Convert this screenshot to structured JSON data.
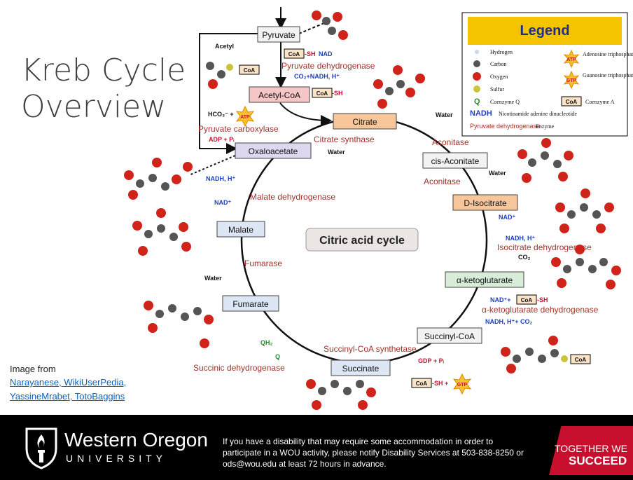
{
  "slide": {
    "title_line1": "Kreb Cycle",
    "title_line2": "Overview",
    "credit_prefix": "Image from",
    "credit_line1": "Narayanese, WikiUserPedia,",
    "credit_line2": "YassineMrabet, TotoBaggins"
  },
  "diagram": {
    "center_label": "Citric acid cycle",
    "nodes": {
      "pyruvate": "Pyruvate",
      "acetyl_coa": "Acetyl-CoA",
      "citrate": "Citrate",
      "cis_aconitate": "cis-Aconitate",
      "d_isocitrate": "D-Isocitrate",
      "ketoglutarate": "α-ketoglutarate",
      "succinyl_coa": "Succinyl-CoA",
      "succinate": "Succinate",
      "fumarate": "Fumarate",
      "malate": "Malate",
      "oxaloacetate": "Oxaloacetate"
    },
    "enzymes": {
      "pyruvate_dehydrogenase": "Pyruvate dehydrogenase",
      "pyruvate_carboxylase": "Pyruvate carboxylase",
      "citrate_synthase": "Citrate synthase",
      "aconitase_1": "Aconitase",
      "aconitase_2": "Aconitase",
      "isocitrate_dehydrogenase": "Isocitrate dehydrogenase",
      "ketoglutarate_dehydrogenase": "α-ketoglutarate dehydrogenase",
      "succinyl_coa_synthetase": "Succinyl-CoA synthetase",
      "succinic_dehydrogenase": "Succinic dehydrogenase",
      "fumarase": "Fumarase",
      "malate_dehydrogenase": "Malate dehydrogenase"
    },
    "labels": {
      "acetyl": "Acetyl",
      "coa": "CoA",
      "coa_sh": "-SH",
      "nad_plus": "NAD",
      "co2_nadh": "CO₂+NADH, H⁺",
      "hco3": "HCO₃⁻ +",
      "atp": "ATP",
      "adp_pi": "ADP + Pᵢ",
      "water": "Water",
      "nad": "NAD⁺",
      "nadh_h": "NADH, H⁺",
      "co2": "CO₂",
      "nad_coa": "NAD⁺+",
      "nadh_co2": "NADH, H⁺+ CO₂",
      "gdp_pi": "GDP + Pᵢ",
      "gtp": "GTP",
      "qh2": "QH₂",
      "q": "Q",
      "sh_plus": "-SH +"
    }
  },
  "legend": {
    "title": "Legend",
    "items": [
      {
        "label": "Hydrogen",
        "color": "#c8d6ea"
      },
      {
        "label": "Carbon",
        "color": "#555555"
      },
      {
        "label": "Oxygen",
        "color": "#d0231a"
      },
      {
        "label": "Sulfur",
        "color": "#c9c43a"
      },
      {
        "label": "Coenzyme Q",
        "symbol": "Q"
      },
      {
        "label": "Nicotinamide adenine dinucleotide",
        "symbol": "NADH"
      },
      {
        "label": "Enzyme",
        "symbol": "Pyruvate dehydrogenase"
      },
      {
        "label": "Adenosine triphosphate",
        "symbol": "ATP"
      },
      {
        "label": "Guanosine triphosphate",
        "symbol": "GTP"
      },
      {
        "label": "Coenzyme A",
        "symbol": "CoA"
      }
    ]
  },
  "footer": {
    "org_name": "Western Oregon",
    "org_sub": "UNIVERSITY",
    "disclaimer": "If you have a disability that may require some accommodation in order to participate in a WOU activity, please notify Disability Services at 503-838-8250 or ods@wou.edu at least 72 hours in advance.",
    "tagline_1": "TOGETHER WE",
    "tagline_2": "SUCCEED"
  },
  "colors": {
    "title_gray": "#404040",
    "link_blue": "#0563c1",
    "wou_red": "#c8102e",
    "enzyme_red": "#a0342c",
    "nad_blue": "#1f3fbf",
    "legend_yellow": "#f5c400"
  }
}
